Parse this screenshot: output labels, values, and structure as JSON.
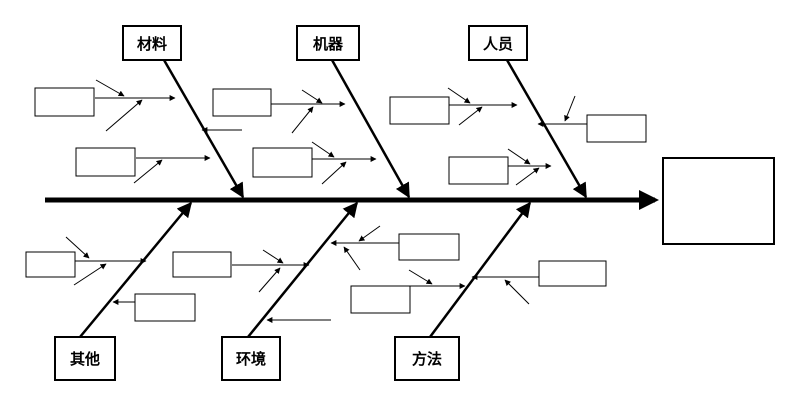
{
  "categories": {
    "top": [
      {
        "label": "材料",
        "id": "materials"
      },
      {
        "label": "机器",
        "id": "machines"
      },
      {
        "label": "人员",
        "id": "people"
      }
    ],
    "bottom": [
      {
        "label": "其他",
        "id": "other"
      },
      {
        "label": "环境",
        "id": "environment"
      },
      {
        "label": "方法",
        "id": "methods"
      }
    ]
  },
  "effect": {
    "label": ""
  },
  "colors": {
    "line": "#000000",
    "box_border": "#000000",
    "background": "#ffffff"
  }
}
